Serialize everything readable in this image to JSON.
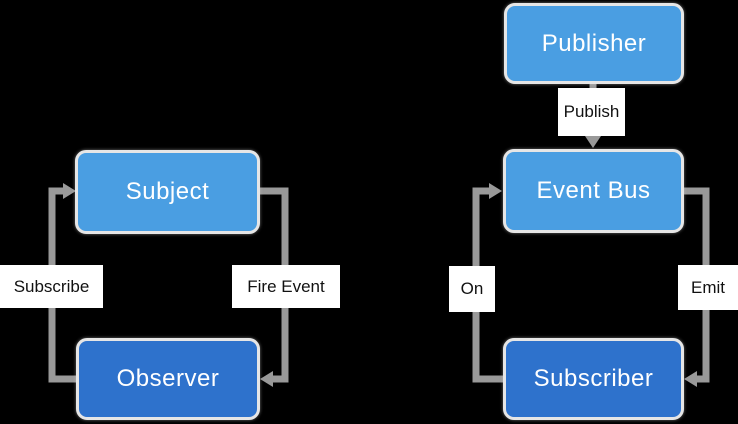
{
  "colors": {
    "bg": "#000000",
    "box_light": "#4A9EE2",
    "box_dark": "#2E72CC",
    "connector": "#999999",
    "box_border": "#E6E6E6",
    "label_bg": "#FFFFFF",
    "label_text": "#111111",
    "box_text": "#FFFFFF"
  },
  "observer_diagram": {
    "subject_label": "Subject",
    "observer_label": "Observer",
    "subscribe_edge_label": "Subscribe",
    "fire_event_edge_label": "Fire Event"
  },
  "pubsub_diagram": {
    "publisher_label": "Publisher",
    "event_bus_label": "Event Bus",
    "subscriber_label": "Subscriber",
    "publish_edge_label": "Publish",
    "on_edge_label": "On",
    "emit_edge_label": "Emit"
  }
}
